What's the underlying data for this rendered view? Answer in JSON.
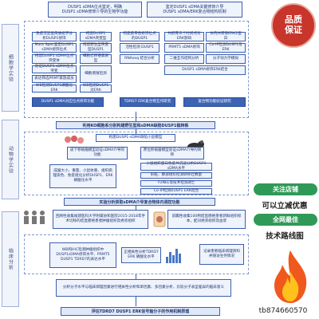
{
  "header": {
    "left": "DUSP1 sDMA位点鉴定，明确\nDUSP1 sDMA修饰介导的生物学功能",
    "right": "鉴定DUSP1 sDMA关键修饰介导\nDUSP1 sDMA/ERK复合物结构机制"
  },
  "sections": {
    "cell": "细胞学实验",
    "animal": "动物学实验",
    "clinical": "临床分析"
  },
  "cell_left": [
    "免疫沉淀蛋白质组学分析DUSP1修饰",
    "Mass Spec鉴定DUSP1 sDMA修饰位点",
    "构建DUSP1 sDMA位点突变体",
    "验证DUSP1 sDMA位点突变",
    "表达筛选PRMT家族成员",
    "WB检测DUSP1磷酸化ERK"
  ],
  "cell_mid": [
    "构建DUSP1 sDMA突变型",
    "构建野生型突变型DUSP1",
    "构建携带各修饰位点的DUSP1",
    "细胞迁移侵袭表型",
    "活性检测 DUSP1",
    "细胞增殖检测",
    "RNAseq 结合分析",
    "WB检测DUSP1对ERK"
  ],
  "cell_right": [
    "共孵育三个时间点对ERK影响",
    "体内共转染ERK2蛋白",
    "PRMT5 sDMA修饰",
    "Co-IP检测DUSP1与ERK",
    "二维互作结构分析",
    "分子动力学模拟",
    "DUSP1 sDMA修饰ERK结合"
  ],
  "cell_footer": [
    "DUSP1 sDMA对应位点修饰功能",
    "TDRD7 ERK复合物互作研究",
    "复合物功能验证研究"
  ],
  "bars": {
    "bar1": "利用KO细胞系分别构建野生型和sDMA缺陷DUSP1稳转株",
    "bar2": "构建DUSP1-sDMA缺陷小鼠模型",
    "bar3": "实验分析获取sDMA介导复合物体内调控功能",
    "bar4": "评估TDRD7 DUSP1 ERK信号轴分子的作用机制原理"
  },
  "animal_boxes": [
    "皮下移植瘤模型验证sDMA介导的功能",
    "原位移植瘤模型验证sDMA介导的转移",
    "成瘤大小、重量、小鼠体重、组织病理染色、免疫组化分析DUSP1、ERK磷酸化水平",
    "小鼠组织蛋白免疫共沉淀分析DUSP1 sDMA水平",
    "肝脏、肺部组织检测转移灶数量",
    "TUNEL等技术检测凋亡",
    "Co-IP检测DUSP1 ERK结合"
  ],
  "clinical_boxes": [
    "回顾性收集福建医科大学附属协和医院2015-2018年手术切除的结直肠癌患者肿瘤组织及癌旁组织",
    "前瞻性收集100例结直肠癌患者新鲜组织标本，配对癌旁组织及血浆",
    "WB和IHC检测肿瘤组织中DUSP1sDMA修饰水平、PRMT5 DUSP1 TDRD7的表达水平",
    "正相关性分析TDRD7 ERK 磷酸化水平",
    "记录患者临床病理资料并随访生存情况",
    "分析分子水平与临床病理因素进行相关性分析和单因素、多因素分析，比较分子表型差异的临床意义"
  ],
  "right_panel": {
    "badge_line1": "品质",
    "badge_line2": "保证",
    "pill1": "关注店铺",
    "text1": "可以立减优惠",
    "pill2": "全网最佳",
    "text2": "技术路线图",
    "id": "tb874660570"
  },
  "colors": {
    "accent": "#3d63b4",
    "box_fill": "#eef3fc",
    "badge": "#c7352b",
    "pill": "#2f9a58"
  }
}
